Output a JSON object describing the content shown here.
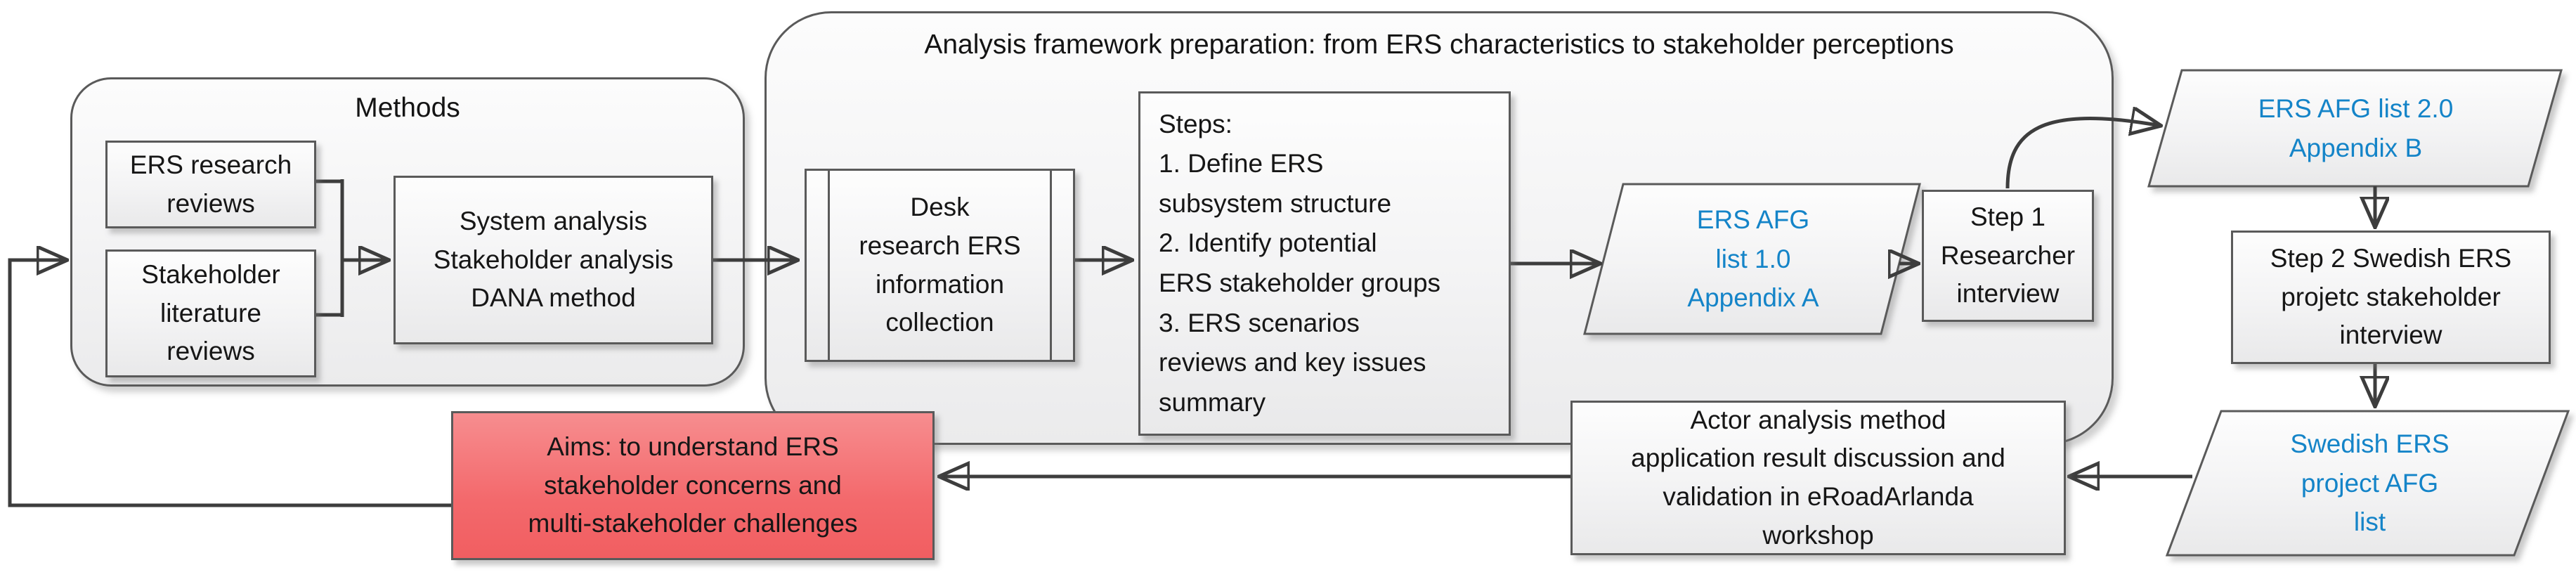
{
  "diagram": {
    "methods_group": {
      "title": "Methods",
      "ers_research_box": [
        "ERS research",
        "reviews"
      ],
      "stakeholder_lit_box": [
        "Stakeholder",
        "literature",
        "reviews"
      ],
      "analysis_box": [
        "System analysis",
        "Stakeholder analysis",
        "DANA method"
      ]
    },
    "framework_group": {
      "title": "Analysis framework preparation: from ERS characteristics to stakeholder perceptions",
      "desk_box": [
        "Desk",
        "research ERS",
        "information",
        "collection"
      ],
      "steps_box": [
        "Steps:",
        "1. Define ERS",
        "subsystem structure",
        "2. Identify potential",
        "ERS stakeholder groups",
        "3. ERS scenarios",
        "reviews and key issues",
        "summary"
      ],
      "afg_list_1": [
        "ERS AFG",
        "list 1.0",
        "Appendix A"
      ],
      "step1_box": [
        "Step 1",
        "Researcher",
        "interview"
      ]
    },
    "afg_list_2": [
      "ERS AFG list 2.0",
      "Appendix B"
    ],
    "step2_box": [
      "Step 2 Swedish ERS",
      "projetc stakeholder",
      "interview"
    ],
    "swedish_afg_list": [
      "Swedish ERS",
      "project AFG",
      "list"
    ],
    "actor_box": [
      "Actor analysis method",
      "application result discussion and",
      "validation in eRoadArlanda",
      "workshop"
    ],
    "aims_box": [
      "Aims: to understand ERS",
      "stakeholder concerns and",
      "multi-stakeholder challenges"
    ],
    "colors": {
      "data_item_text": "#1484c8",
      "aims_fill": "#f3696c",
      "connector": "#3d3d3d",
      "shape_border": "#5a5a5a"
    }
  }
}
